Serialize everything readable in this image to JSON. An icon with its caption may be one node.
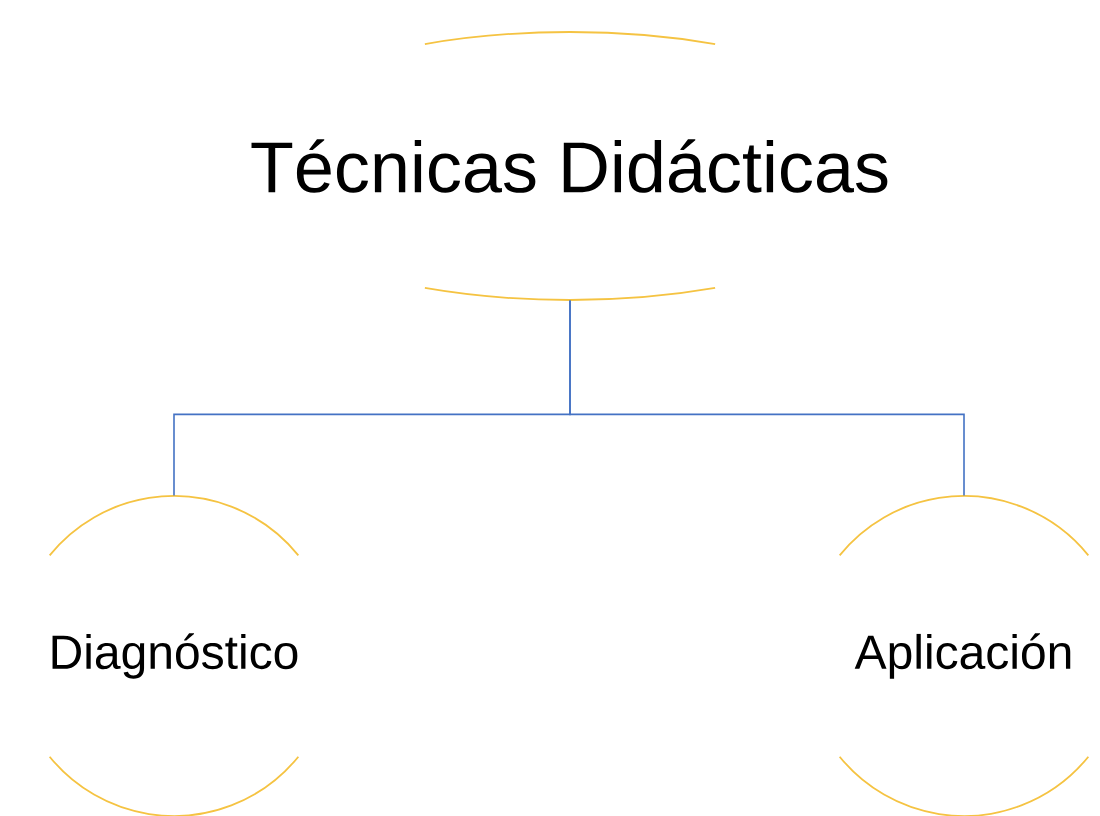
{
  "diagram": {
    "nodes": [
      {
        "text": [
          "Técnicas Didácticas"
        ]
      },
      {
        "text": [
          "Diagnóstico"
        ]
      },
      {
        "text": [
          "Aplicación"
        ]
      }
    ],
    "edges": [
      {
        "from": 0,
        "to": 1,
        "arrow": "none"
      },
      {
        "from": 0,
        "to": 2,
        "arrow": "none"
      }
    ]
  }
}
